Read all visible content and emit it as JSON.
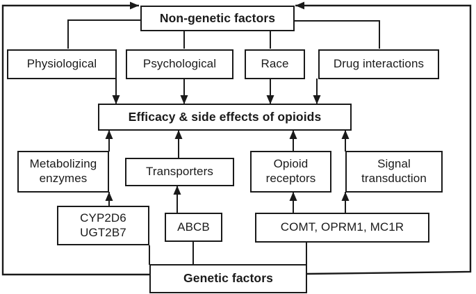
{
  "figure": {
    "type": "flow-diagram",
    "background": "#ffffff",
    "line_color": "#1a1a1a"
  },
  "nodes": {
    "non_genetic": {
      "label": "Non-genetic factors",
      "emphasis": "bold"
    },
    "physiological": {
      "label": "Physiological"
    },
    "psychological": {
      "label": "Psychological"
    },
    "race": {
      "label": "Race"
    },
    "drug_interactions": {
      "label": "Drug interactions"
    },
    "efficacy": {
      "label": "Efficacy & side effects of opioids",
      "emphasis": "bold"
    },
    "metabolizing_enzymes": {
      "label": "Metabolizing\nenzymes"
    },
    "transporters": {
      "label": "Transporters"
    },
    "opioid_receptors": {
      "label": "Opioid\nreceptors"
    },
    "signal_transduction": {
      "label": "Signal\ntransduction"
    },
    "cyp2d6_ugt2b7": {
      "label": "CYP2D6\nUGT2B7"
    },
    "abcb": {
      "label": "ABCB"
    },
    "comt_oprm1_mc1r": {
      "label": "COMT, OPRM1, MC1R"
    },
    "genetic": {
      "label": "Genetic factors",
      "emphasis": "bold"
    }
  },
  "edges": [
    {
      "from": "non_genetic",
      "to": "physiological",
      "type": "line"
    },
    {
      "from": "non_genetic",
      "to": "psychological",
      "type": "line"
    },
    {
      "from": "non_genetic",
      "to": "race",
      "type": "line"
    },
    {
      "from": "non_genetic",
      "to": "drug_interactions",
      "type": "line"
    },
    {
      "from": "physiological",
      "to": "efficacy",
      "type": "arrow"
    },
    {
      "from": "psychological",
      "to": "efficacy",
      "type": "arrow"
    },
    {
      "from": "race",
      "to": "efficacy",
      "type": "arrow"
    },
    {
      "from": "drug_interactions",
      "to": "efficacy",
      "type": "arrow"
    },
    {
      "from": "metabolizing_enzymes",
      "to": "efficacy",
      "type": "arrow"
    },
    {
      "from": "transporters",
      "to": "efficacy",
      "type": "arrow"
    },
    {
      "from": "opioid_receptors",
      "to": "efficacy",
      "type": "arrow"
    },
    {
      "from": "signal_transduction",
      "to": "efficacy",
      "type": "arrow"
    },
    {
      "from": "cyp2d6_ugt2b7",
      "to": "metabolizing_enzymes",
      "type": "arrow"
    },
    {
      "from": "abcb",
      "to": "transporters",
      "type": "arrow"
    },
    {
      "from": "comt_oprm1_mc1r",
      "to": "opioid_receptors",
      "type": "arrow"
    },
    {
      "from": "comt_oprm1_mc1r",
      "to": "signal_transduction",
      "type": "arrow"
    },
    {
      "from": "genetic",
      "to": "cyp2d6_ugt2b7",
      "type": "line"
    },
    {
      "from": "genetic",
      "to": "abcb",
      "type": "line"
    },
    {
      "from": "genetic",
      "to": "comt_oprm1_mc1r",
      "type": "line"
    },
    {
      "from": "genetic",
      "to": "non_genetic",
      "type": "arrow",
      "via": "outer-loop-left"
    },
    {
      "from": "genetic",
      "to": "non_genetic",
      "type": "arrow",
      "via": "outer-loop-right"
    }
  ]
}
